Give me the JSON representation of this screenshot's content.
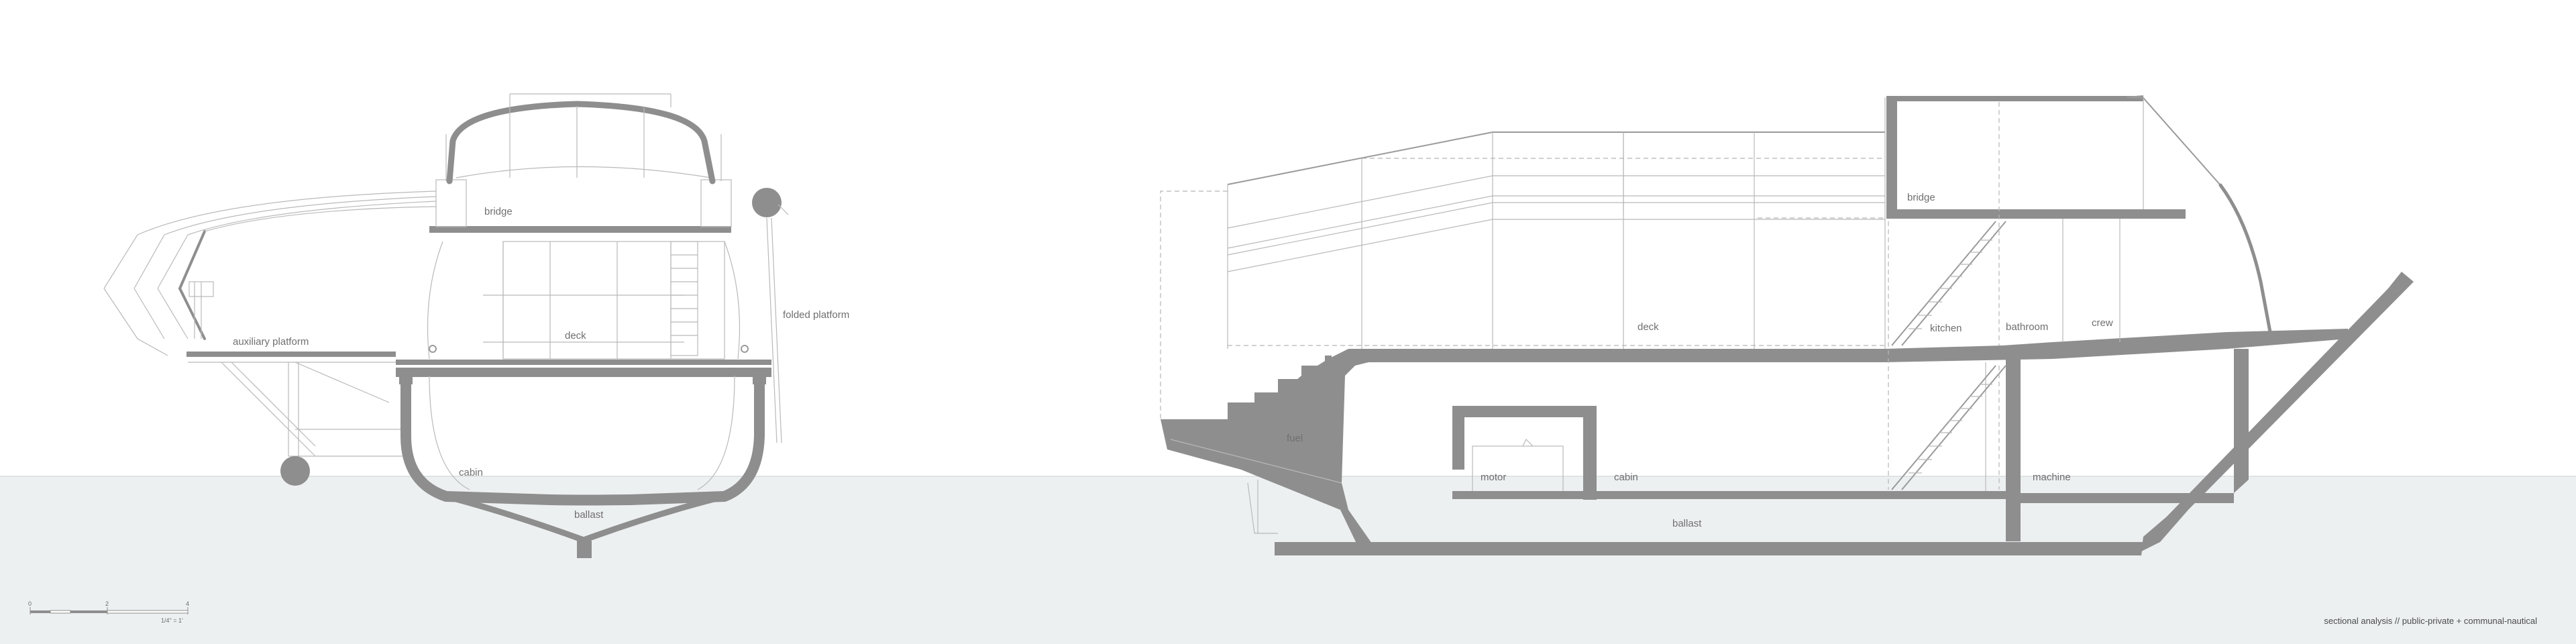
{
  "caption": "sectional analysis // public-private + communal-nautical",
  "scale": {
    "label": "1/4\" = 1'",
    "ticks": [
      "0",
      "2",
      "4"
    ]
  },
  "cross_section": {
    "labels": {
      "bridge": "bridge",
      "deck": "deck",
      "cabin": "cabin",
      "ballast": "ballast",
      "auxiliary_platform": "auxiliary platform",
      "folded_platform": "folded platform"
    }
  },
  "long_section": {
    "labels": {
      "bridge": "bridge",
      "deck": "deck",
      "kitchen": "kitchen",
      "bathroom": "bathroom",
      "crew": "crew",
      "fuel": "fuel",
      "motor": "motor",
      "cabin": "cabin",
      "machine": "machine",
      "ballast": "ballast"
    }
  },
  "colors": {
    "water": "#edf0f1",
    "wall": "#8e8e8e",
    "label": "#6f6f6f"
  }
}
